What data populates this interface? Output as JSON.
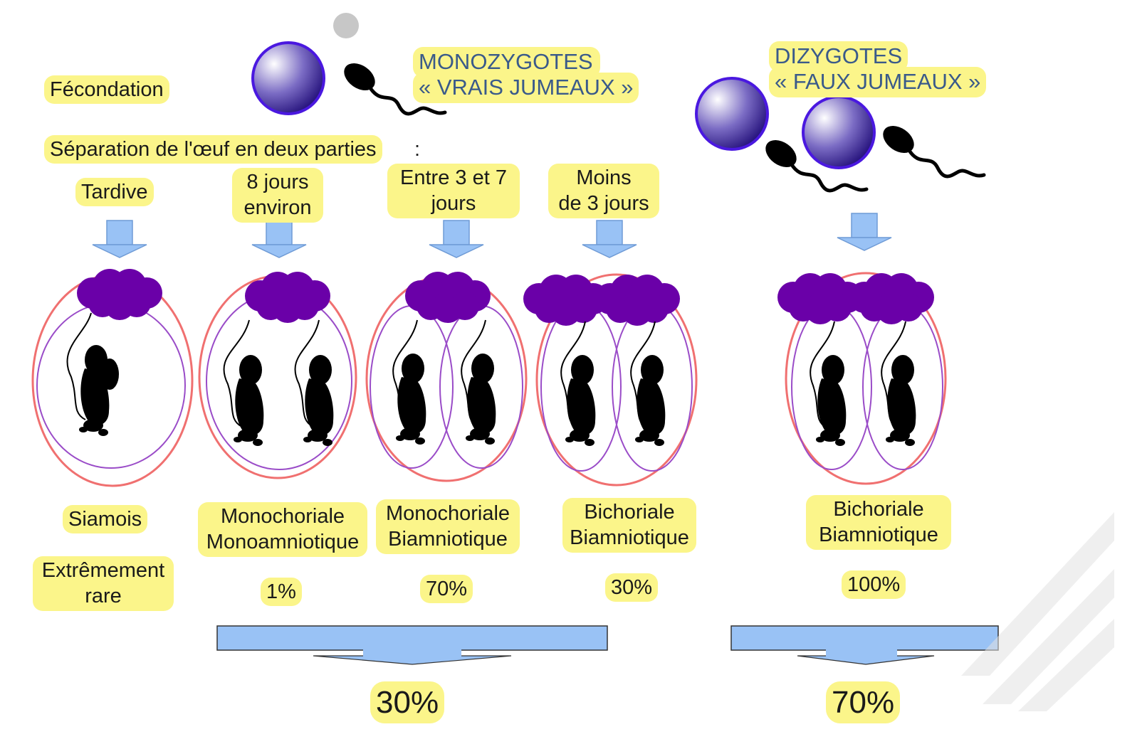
{
  "labels": {
    "fecondation": "Fécondation",
    "separation": "Séparation de l'œuf en deux parties",
    "separation_colon": ":",
    "mono_title_1": "MONOZYGOTES",
    "mono_title_2": "« VRAIS JUMEAUX »",
    "di_title_1": "DIZYGOTES",
    "di_title_2": "« FAUX JUMEAUX »"
  },
  "timing": {
    "t1": "Tardive",
    "t2_a": "8 jours",
    "t2_b": "environ",
    "t3_a": "Entre 3 et 7",
    "t3_b": "jours",
    "t4_a": "Moins",
    "t4_b": "de 3 jours"
  },
  "types": {
    "c1_a": "Siamois",
    "c2_a": "Monochoriale",
    "c2_b": "Monoamniotique",
    "c3_a": "Monochoriale",
    "c3_b": "Biamniotique",
    "c4_a": "Bichoriale",
    "c4_b": "Biamniotique",
    "c5_a": "Bichoriale",
    "c5_b": "Biamniotique"
  },
  "frequency": {
    "c1_a": "Extrêmement",
    "c1_b": "rare",
    "c2": "1%",
    "c3": "70%",
    "c4": "30%",
    "c5": "100%"
  },
  "totals": {
    "mono": "30%",
    "di": "70%"
  },
  "colors": {
    "highlight": "#fbf58a",
    "arrow": "#99c2f5",
    "placenta": "#6a00a8",
    "chorion": "#f07070",
    "amnion": "#9a4cc8",
    "title_blue": "#3a5a8a"
  }
}
